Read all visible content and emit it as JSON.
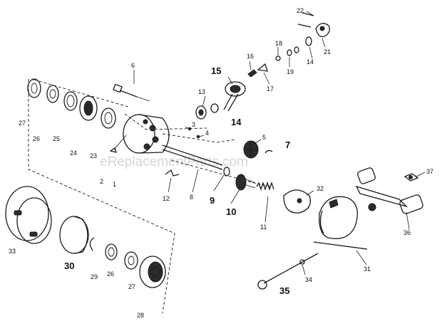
{
  "watermark": "eReplacementParts.com",
  "labels": {
    "l1": "1",
    "l2": "2",
    "l3": "3",
    "l4": "4",
    "l5": "5",
    "l6": "6",
    "l7": "7",
    "l8": "8",
    "l9": "9",
    "l10": "10",
    "l11": "11",
    "l12": "12",
    "l13": "13",
    "l14a": "14",
    "l14b": "14",
    "l15": "15",
    "l16": "16",
    "l17": "17",
    "l18": "18",
    "l19": "19",
    "l21": "21",
    "l22": "22",
    "l23": "23",
    "l24": "24",
    "l25": "25",
    "l26a": "26",
    "l26b": "26",
    "l27a": "27",
    "l27b": "27",
    "l28": "28",
    "l29": "29",
    "l30": "30",
    "l31": "31",
    "l32": "32",
    "l33": "33",
    "l34": "34",
    "l35": "35",
    "l36": "36",
    "l37": "37"
  }
}
